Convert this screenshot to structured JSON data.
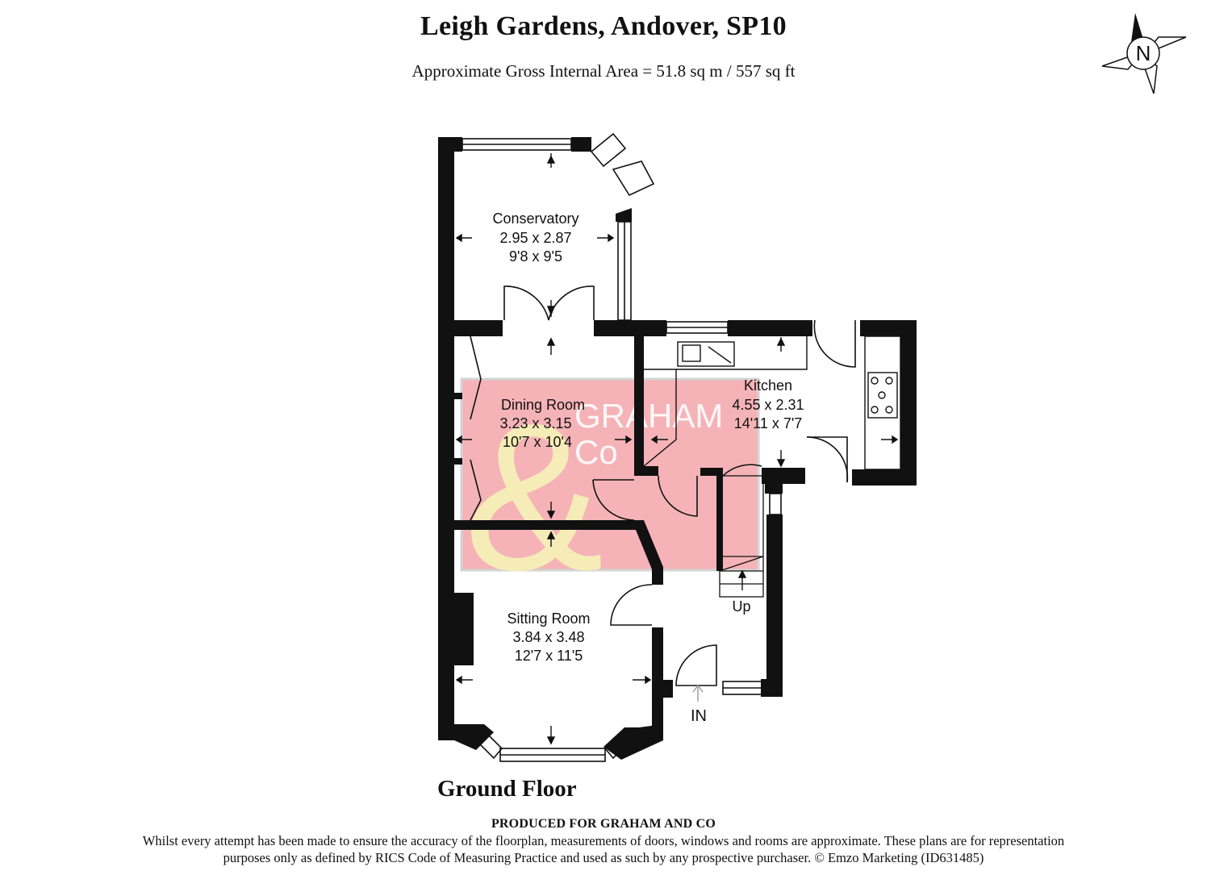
{
  "header": {
    "title": "Leigh Gardens, Andover, SP10",
    "subtitle": "Approximate Gross Internal Area = 51.8 sq m / 557 sq ft"
  },
  "compass": {
    "letter": "N"
  },
  "rooms": {
    "conservatory": {
      "name": "Conservatory",
      "metric": "2.95 x 2.87",
      "imperial": "9'8 x 9'5"
    },
    "dining": {
      "name": "Dining Room",
      "metric": "3.23 x 3.15",
      "imperial": "10'7 x 10'4"
    },
    "kitchen": {
      "name": "Kitchen",
      "metric": "4.55 x 2.31",
      "imperial": "14'11 x 7'7"
    },
    "sitting": {
      "name": "Sitting Room",
      "metric": "3.84 x 3.48",
      "imperial": "12'7 x 11'5"
    }
  },
  "labels": {
    "up": "Up",
    "entrance": "IN"
  },
  "watermark": {
    "line1": "GRAHAM",
    "line2": "Co",
    "ampersand": "&",
    "color_box": "#f4a6ab",
    "color_amp": "#f5f0b8"
  },
  "floor_label": "Ground Floor",
  "footer": {
    "produced": "PRODUCED FOR GRAHAM AND CO",
    "disclaimer_line1": "Whilst every attempt has been made to ensure the accuracy of the floorplan, measurements of doors, windows and rooms are approximate. These plans are for representation",
    "disclaimer_line2": "purposes only as defined by RICS Code of Measuring Practice and used as such by any prospective purchaser. © Emzo Marketing (ID631485)"
  }
}
